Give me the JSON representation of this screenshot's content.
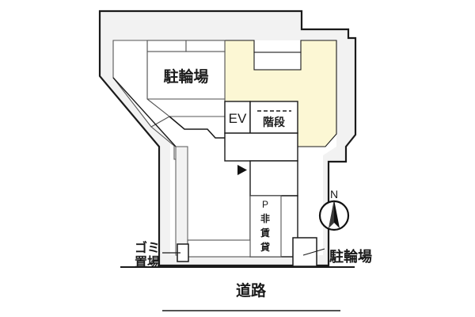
{
  "plan": {
    "title_visible": false,
    "colors": {
      "site_fill": "#f2f2f2",
      "building_fill": "#fcf7d4",
      "white_fill": "#ffffff",
      "stroke": "#1a1a1a",
      "thin_stroke": "#555555",
      "text": "#1a1a1a",
      "road_line": "#1a1a1a"
    },
    "labels": {
      "bicycle_parking_upper": "駐輪場",
      "elevator": "EV",
      "stairs": "階段",
      "parking_nonrental": "P\n非\n賃\n貸",
      "parking_nonrental_chars": [
        "P",
        "非",
        "賃",
        "貸"
      ],
      "garbage_area": "ゴミ\n置場",
      "garbage_area_line1": "ゴミ",
      "garbage_area_line2": "置場",
      "bicycle_parking_lower": "駐輪場",
      "road": "道路",
      "compass_north": "N"
    },
    "markers": {
      "entrance_arrow": "right-triangle",
      "compass": "north-arrow"
    }
  }
}
